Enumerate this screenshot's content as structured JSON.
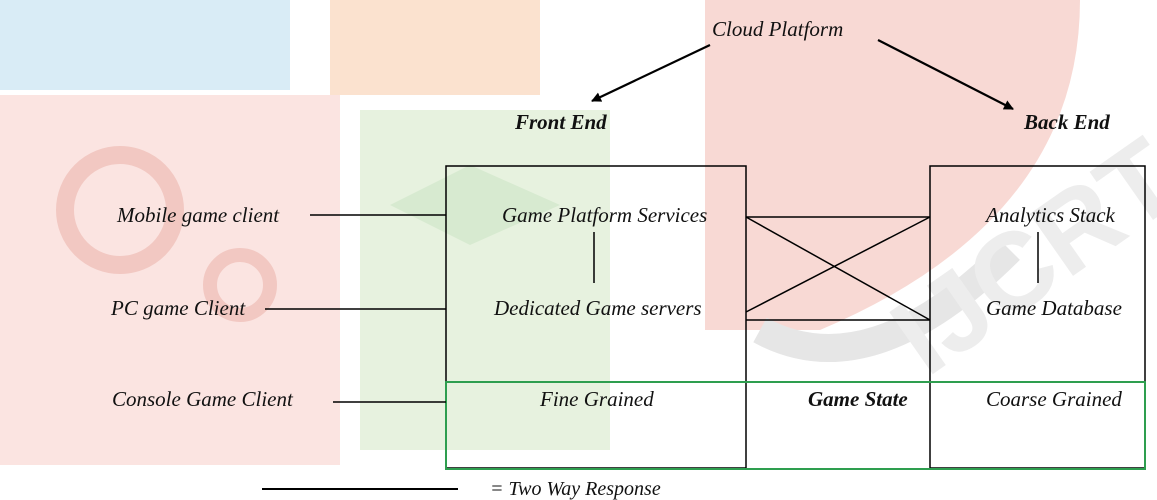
{
  "diagram": {
    "top_label": "Cloud Platform",
    "front_end": "Front End",
    "back_end": "Back End",
    "clients": {
      "mobile": "Mobile game client",
      "pc": "PC game Client",
      "console": "Console Game Client"
    },
    "front_box": {
      "services": "Game Platform Services",
      "servers": "Dedicated Game servers",
      "fine": "Fine Grained"
    },
    "back_box": {
      "analytics": "Analytics Stack",
      "database": "Game Database",
      "coarse": "Coarse Grained"
    },
    "state_label": "Game State",
    "legend": "= Two Way Response"
  },
  "colors": {
    "lines": "#000000",
    "state_box": "#2e9e4f"
  }
}
